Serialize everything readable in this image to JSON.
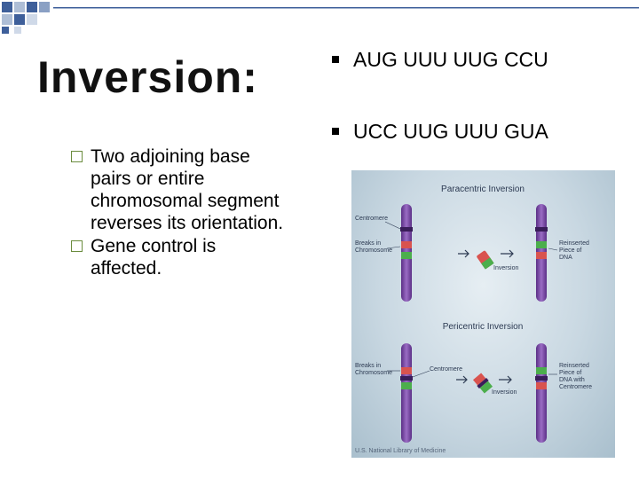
{
  "slide": {
    "title": "Inversion:",
    "left_bullets": [
      {
        "lines": [
          "Two adjoining base",
          "pairs or entire",
          "chromosomal segment",
          "reverses its orientation."
        ]
      },
      {
        "lines": [
          "Gene control is",
          "affected."
        ]
      }
    ],
    "right_bullets": [
      "AUG UUU UUG CCU",
      "UCC UUG UUU GUA"
    ]
  },
  "figure": {
    "top_title": "Paracentric Inversion",
    "bottom_title": "Pericentric Inversion",
    "labels": {
      "centromere_top": "Centromere",
      "breaks_top": [
        "Breaks in",
        "Chromosome"
      ],
      "inversion_top": "Inversion",
      "reinserted_top": [
        "Reinserted",
        "Piece of",
        "DNA"
      ],
      "breaks_bottom": [
        "Breaks in",
        "Chromosome"
      ],
      "centromere_bottom": "Centromere",
      "inversion_bottom": "Inversion",
      "reinserted_bottom": [
        "Reinserted",
        "Piece of",
        "DNA with",
        "Centromere"
      ]
    },
    "credit": "U.S. National Library of Medicine"
  },
  "colors": {
    "bullet_box": "#6b8c3e",
    "chromosome": "#7a4aa0",
    "break_red": "#d9534f",
    "break_green": "#4cae4c",
    "corner_blue": "#3e5f9a"
  }
}
